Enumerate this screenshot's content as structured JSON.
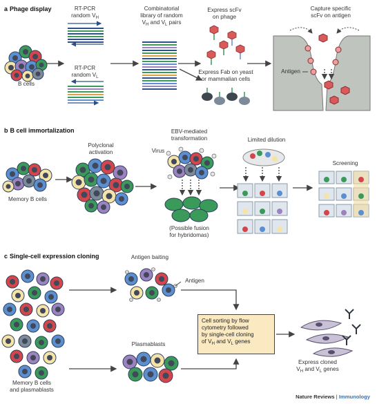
{
  "panel_a": {
    "letter": "a",
    "title": "Phage display",
    "b_cells": "B cells",
    "rtpcr_h_line1": "RT-PCR",
    "rtpcr_h_line2": "random V",
    "rtpcr_h_sub": "H",
    "rtpcr_l_line1": "RT-PCR",
    "rtpcr_l_line2": "random V",
    "rtpcr_l_sub": "L",
    "library_line1": "Combinatorial",
    "library_line2": "library of random",
    "library_v1": "V",
    "library_sub1": "H",
    "library_mid": " and V",
    "library_sub2": "L",
    "library_end": " pairs",
    "express_scfv_line1": "Express scFv",
    "express_scfv_line2": "on phage",
    "express_fab_line1": "Express Fab on yeast",
    "express_fab_line2": "or mammalian cells",
    "capture_line1": "Capture specific",
    "capture_line2": "scFv on antigen",
    "antigen": "Antigen"
  },
  "panel_b": {
    "letter": "b",
    "title": "B cell immortalization",
    "memory_b_cells": "Memory B cells",
    "polyclonal_line1": "Polyclonal",
    "polyclonal_line2": "activation",
    "ebv_line1": "EBV-mediated",
    "ebv_line2": "transformation",
    "virus": "Virus",
    "fusion_line1": "(Possible fusion",
    "fusion_line2": "for hybridomas)",
    "limited_dilution": "Limited dilution",
    "screening": "Screening"
  },
  "panel_c": {
    "letter": "c",
    "title": "Single-cell expression cloning",
    "antigen_baiting": "Antigen baiting",
    "antigen": "Antigen",
    "plasmablasts": "Plasmablasts",
    "memory_line1": "Memory B cells",
    "memory_line2": "and plasmablasts",
    "box_line1": "Cell sorting by flow",
    "box_line2": "cytometry followed",
    "box_line3": "by single-cell cloning",
    "box_line4_pre": "of V",
    "box_line4_sub1": "H",
    "box_line4_mid": " and V",
    "box_line4_sub2": "L",
    "box_line4_end": " genes",
    "express_line1": "Express cloned",
    "express_line2_pre": "V",
    "express_line2_sub1": "H",
    "express_line2_mid": " and V",
    "express_line2_sub2": "L",
    "express_line2_end": " genes"
  },
  "credit": {
    "journal": "Nature Reviews",
    "separator": " | ",
    "subject": "Immunology"
  },
  "colors": {
    "blue_cell": "#5b8fd0",
    "green_cell": "#3a9a5a",
    "red_cell": "#d2464c",
    "cream_cell": "#f6e3a8",
    "purple_cell": "#9d82c0",
    "gray_cell": "#7d8a99",
    "nucleus": "#40485a",
    "box_fill": "#fbeac1",
    "arrow": "#444444",
    "phage_red": "#d85a5a"
  }
}
